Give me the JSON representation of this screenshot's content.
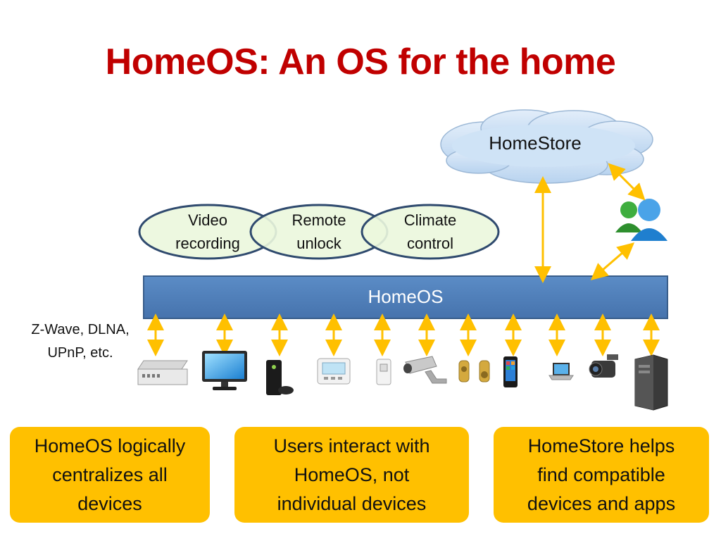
{
  "title": "HomeOS: An OS for the home",
  "cloud": {
    "label": "HomeStore"
  },
  "apps": [
    {
      "lines": [
        "Video",
        "recording"
      ]
    },
    {
      "lines": [
        "Remote",
        "unlock"
      ]
    },
    {
      "lines": [
        "Climate",
        "control"
      ]
    }
  ],
  "platform_bar": {
    "label": "HomeOS"
  },
  "protocols": {
    "lines": [
      "Z-Wave, DLNA,",
      "UPnP, etc."
    ]
  },
  "devices": [
    {
      "icon": "set-top-box-icon"
    },
    {
      "icon": "monitor-icon"
    },
    {
      "icon": "game-console-icon"
    },
    {
      "icon": "thermostat-icon"
    },
    {
      "icon": "wall-switch-icon"
    },
    {
      "icon": "security-camera-icon"
    },
    {
      "icon": "door-lock-icon"
    },
    {
      "icon": "smartphone-icon"
    },
    {
      "icon": "laptop-icon"
    },
    {
      "icon": "camcorder-icon"
    },
    {
      "icon": "server-tower-icon"
    }
  ],
  "callouts": [
    {
      "lines": [
        "HomeOS logically",
        "centralizes all",
        "devices"
      ]
    },
    {
      "lines": [
        "Users interact with",
        "HomeOS, not",
        "individual devices"
      ]
    },
    {
      "lines": [
        "HomeStore helps",
        "find compatible",
        "devices and apps"
      ]
    }
  ],
  "colors": {
    "title": "#c00000",
    "bar": "#4f81bd",
    "arrow": "#ffc000",
    "ellipse_fill": "#ebf7dd",
    "ellipse_stroke": "#2f4a6e",
    "callout": "#ffc000",
    "cloud": "#cfe3f6"
  }
}
